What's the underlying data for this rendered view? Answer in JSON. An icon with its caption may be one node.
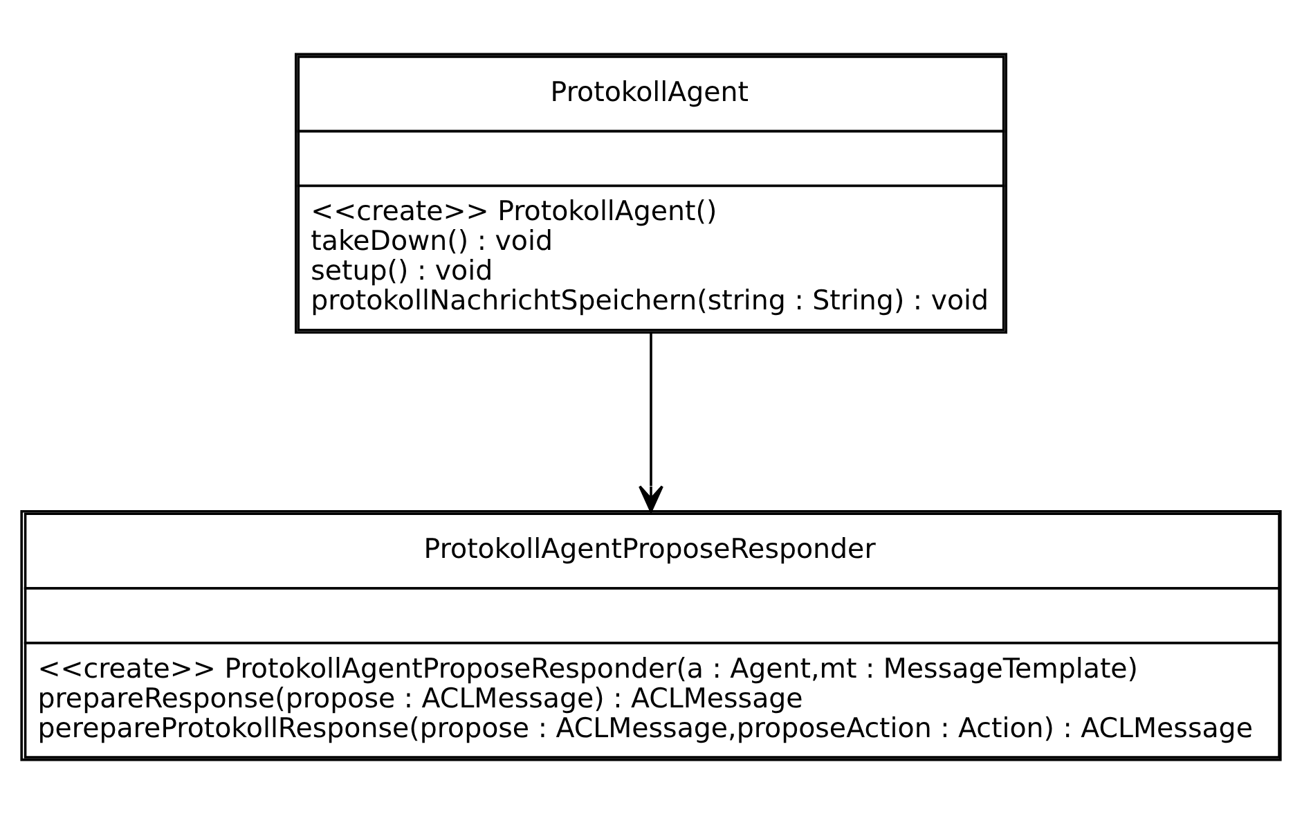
{
  "diagram": {
    "nodes": [
      {
        "text": [
          "ProtokollAgent",
          "<<create>> ProtokollAgent()",
          "takeDown() : void",
          "setup() : void",
          "protokollNachrichtSpeichern(string : String) : void"
        ]
      },
      {
        "text": [
          "ProtokollAgentProposeResponder",
          "<<create>> ProtokollAgentProposeResponder(a : Agent,mt : MessageTemplate)",
          "prepareResponse(propose : ACLMessage) : ACLMessage",
          "perepareProtokollResponse(propose : ACLMessage,proposeAction : Action) : ACLMessage"
        ]
      }
    ],
    "edges": [
      {
        "from": 0,
        "to": 1,
        "arrow": "to"
      }
    ]
  }
}
